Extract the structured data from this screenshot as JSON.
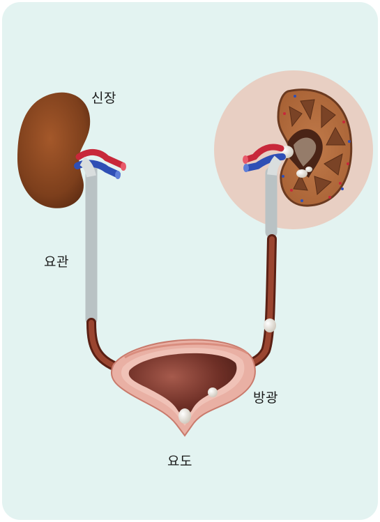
{
  "labels": {
    "kidney": "신장",
    "ureter": "요관",
    "bladder": "방광",
    "urethra": "요도"
  },
  "colors": {
    "background": "#e3f3f1",
    "kidney": "#8b4a22",
    "ureter_light": "#f2f4f4",
    "ureter_dark": "#7a2e1c",
    "bladder_wall": "#e9b0a4",
    "bladder_inner": "#6e2f26",
    "artery": "#c8283a",
    "vein": "#2f4fb5",
    "zoom_circle": "#e8cfc3",
    "stone": "#f4f1ec"
  }
}
